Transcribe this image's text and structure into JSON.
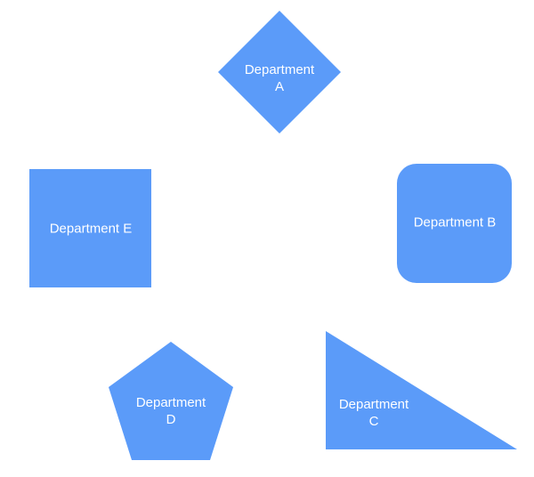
{
  "canvas": {
    "background": "#ffffff"
  },
  "diagram": {
    "node_fill": "#5B9BF9",
    "label_color": "#ffffff",
    "nodes": [
      {
        "id": "A",
        "shape": "diamond",
        "label": "Department\nA"
      },
      {
        "id": "B",
        "shape": "rounded-square",
        "label": "Department B"
      },
      {
        "id": "C",
        "shape": "right-triangle",
        "label": "Department\nC"
      },
      {
        "id": "D",
        "shape": "pentagon",
        "label": "Department\nD"
      },
      {
        "id": "E",
        "shape": "square",
        "label": "Department E"
      }
    ]
  }
}
